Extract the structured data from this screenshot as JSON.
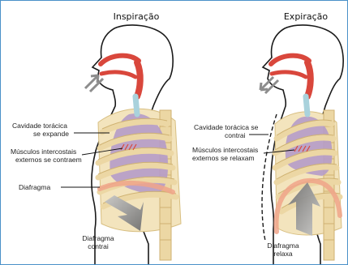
{
  "colors": {
    "frame_border": "#4a90c8",
    "outline": "#1a1a1a",
    "rib": "#ecd7a4",
    "lung": "#a58bb8",
    "airway": "#d9473c",
    "trachea": "#a9d2dc",
    "diaphragm": "#f0a48a",
    "arrow": "#8d8d8d"
  },
  "panels": {
    "inspiration": {
      "title": "Inspiração",
      "labels": {
        "thoracic_cavity": [
          "Cavidade torácica",
          "se expande"
        ],
        "intercostal_muscles": [
          "Músculos intercostais",
          "externos se contraem"
        ],
        "diaphragm": "Diafragma",
        "diaphragm_state": [
          "Diafragma",
          "contrai"
        ]
      }
    },
    "expiration": {
      "title": "Expiração",
      "labels": {
        "thoracic_cavity": [
          "Cavidade torácica se",
          "contrai"
        ],
        "intercostal_muscles": [
          "Músculos intercostais",
          "externos se relaxam"
        ],
        "diaphragm_state": [
          "Diafragma",
          "relaxa"
        ]
      }
    }
  }
}
